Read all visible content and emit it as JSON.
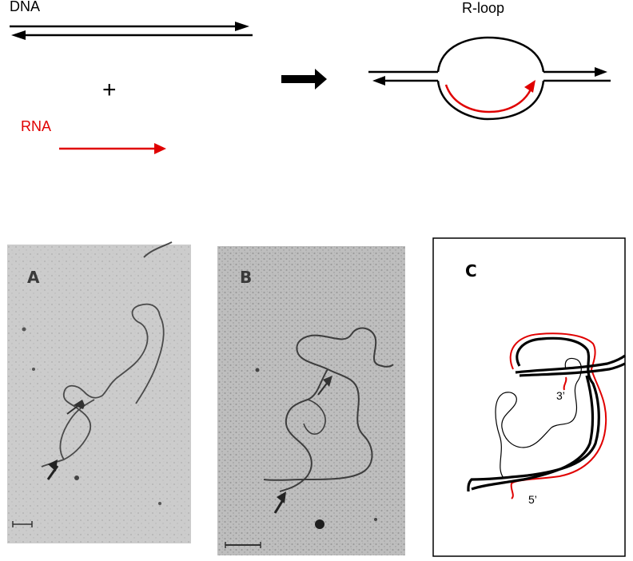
{
  "top": {
    "dna_label": "DNA",
    "rloop_label": "R-loop",
    "rna_label": "RNA",
    "plus": "+"
  },
  "panels": {
    "a_label": "A",
    "b_label": "B",
    "c_label": "C",
    "three_prime": "3’",
    "five_prime": "5’"
  },
  "colors": {
    "dna": "#000000",
    "rna": "#e00000",
    "micrograph_bg": "#c9c9c9",
    "micrograph_dark": "#3a3a3a"
  }
}
